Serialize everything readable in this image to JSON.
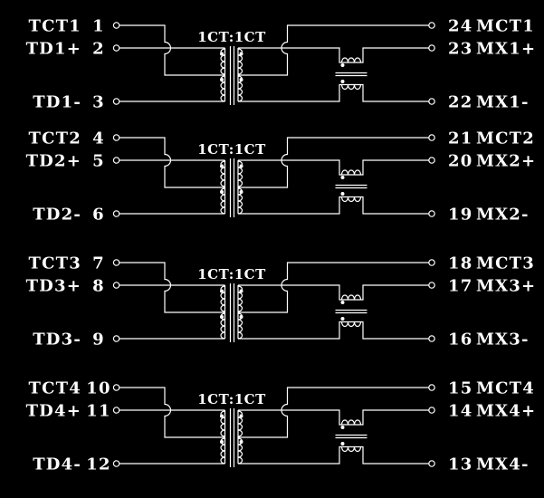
{
  "colors": {
    "background": "#000000",
    "line": "#ffffff"
  },
  "channels": [
    {
      "ratio_label": "1CT:1CT",
      "left_pins": [
        {
          "name": "TCT1",
          "pin": "1"
        },
        {
          "name": "TD1+",
          "pin": "2"
        },
        {
          "name": "TD1-",
          "pin": "3"
        }
      ],
      "right_pins": [
        {
          "pin": "24",
          "name": "MCT1"
        },
        {
          "pin": "23",
          "name": "MX1+"
        },
        {
          "pin": "22",
          "name": "MX1-"
        }
      ]
    },
    {
      "ratio_label": "1CT:1CT",
      "left_pins": [
        {
          "name": "TCT2",
          "pin": "4"
        },
        {
          "name": "TD2+",
          "pin": "5"
        },
        {
          "name": "TD2-",
          "pin": "6"
        }
      ],
      "right_pins": [
        {
          "pin": "21",
          "name": "MCT2"
        },
        {
          "pin": "20",
          "name": "MX2+"
        },
        {
          "pin": "19",
          "name": "MX2-"
        }
      ]
    },
    {
      "ratio_label": "1CT:1CT",
      "left_pins": [
        {
          "name": "TCT3",
          "pin": "7"
        },
        {
          "name": "TD3+",
          "pin": "8"
        },
        {
          "name": "TD3-",
          "pin": "9"
        }
      ],
      "right_pins": [
        {
          "pin": "18",
          "name": "MCT3"
        },
        {
          "pin": "17",
          "name": "MX3+"
        },
        {
          "pin": "16",
          "name": "MX3-"
        }
      ]
    },
    {
      "ratio_label": "1CT:1CT",
      "left_pins": [
        {
          "name": "TCT4",
          "pin": "10"
        },
        {
          "name": "TD4+",
          "pin": "11"
        },
        {
          "name": "TD4-",
          "pin": "12"
        }
      ],
      "right_pins": [
        {
          "pin": "15",
          "name": "MCT4"
        },
        {
          "pin": "14",
          "name": "MX4+"
        },
        {
          "pin": "13",
          "name": "MX4-"
        }
      ]
    }
  ]
}
